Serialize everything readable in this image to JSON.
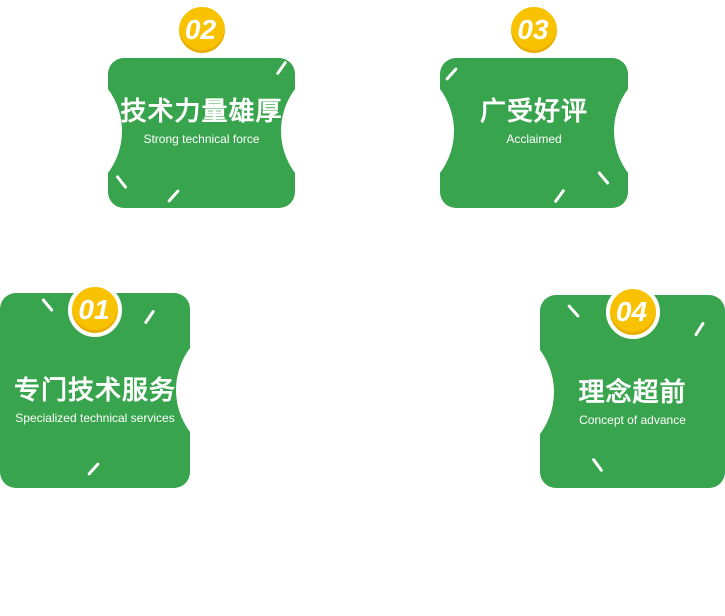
{
  "colors": {
    "card_green": "#38a44d",
    "badge_yellow": "#f9c200",
    "text_white": "#ffffff"
  },
  "cards": [
    {
      "number": "01",
      "title": "专门技术服务",
      "subtitle": "Specialized technical services"
    },
    {
      "number": "02",
      "title": "技术力量雄厚",
      "subtitle": "Strong technical force"
    },
    {
      "number": "03",
      "title": "广受好评",
      "subtitle": "Acclaimed"
    },
    {
      "number": "04",
      "title": "理念超前",
      "subtitle": "Concept of advance"
    }
  ]
}
